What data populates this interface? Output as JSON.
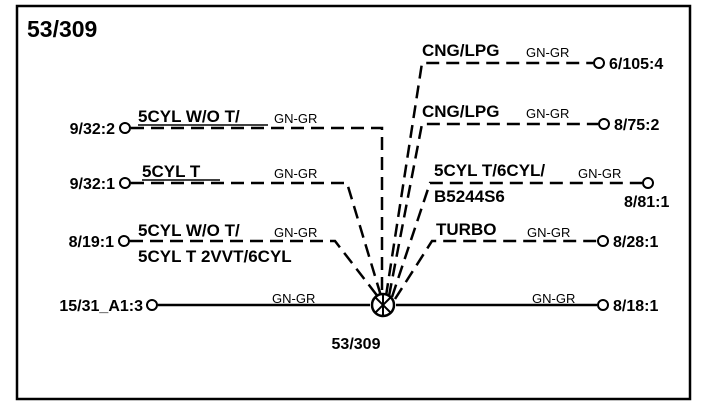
{
  "title": "53/309",
  "hub_label": "53/309",
  "wire_color": "GN-GR",
  "left_branches": [
    {
      "id": "b1",
      "label": "5CYL W/O T/",
      "pin": "9/32:2"
    },
    {
      "id": "b2",
      "label": "5CYL T",
      "pin": "9/32:1"
    },
    {
      "id": "b3",
      "label": "5CYL W/O T/",
      "label2": "5CYL T 2VVT/6CYL",
      "pin": "8/19:1"
    }
  ],
  "right_branches": [
    {
      "id": "r1",
      "label": "CNG/LPG",
      "pin": "6/105:4"
    },
    {
      "id": "r2",
      "label": "CNG/LPG",
      "pin": "8/75:2"
    },
    {
      "id": "r3",
      "label": "5CYL T/6CYL/",
      "label2": "B5244S6",
      "pin": "8/81:1"
    },
    {
      "id": "r4",
      "label": "TURBO",
      "pin": "8/28:1"
    }
  ],
  "main_left": {
    "pin": "15/31_A1:3"
  },
  "main_right": {
    "pin": "8/18:1"
  }
}
